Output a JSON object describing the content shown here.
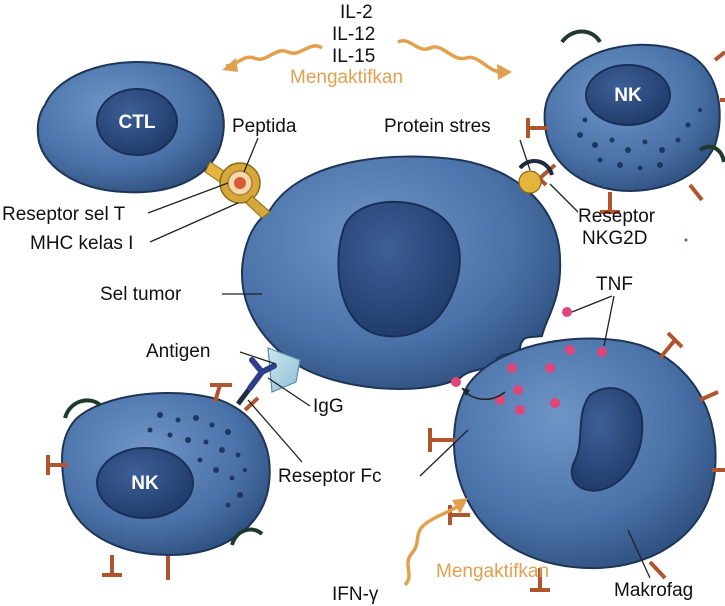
{
  "colors": {
    "cell_fill": "#4a72a8",
    "cell_dark": "#2c4a7c",
    "nucleus": "#28457a",
    "receptor": "#b0552e",
    "arrow": "#e2a04e",
    "tnf": "#e0457a",
    "peptide_ring": "#d4a93a",
    "protein_stress": "#e5b43c",
    "antigen": "#a9d2e2"
  },
  "labels": {
    "il2": "IL-2",
    "il12": "IL-12",
    "il15": "IL-15",
    "activate_top": "Mengaktifkan",
    "peptide": "Peptida",
    "stress_protein": "Protein stres",
    "t_cell_receptor": "Reseptor sel T",
    "mhc_class_1": "MHC kelas I",
    "nkg2d_receptor_line1": "Reseptor",
    "nkg2d_receptor_line2": "NKG2D",
    "tumor_cell": "Sel tumor",
    "tnf": "TNF",
    "antigen": "Antigen",
    "igg": "IgG",
    "fc_receptor": "Reseptor Fc",
    "ifn_gamma": "IFN-γ",
    "activate_bottom": "Mengaktifkan",
    "macrophage": "Makrofag"
  },
  "cells": {
    "ctl": "CTL",
    "nk_top": "NK",
    "nk_bottom": "NK"
  }
}
